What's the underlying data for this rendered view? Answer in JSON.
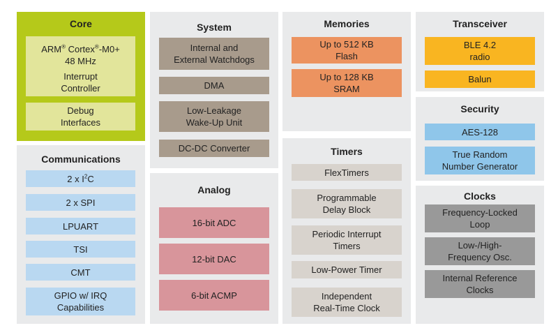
{
  "core": {
    "title": "Core",
    "items": [
      {
        "pre": "ARM",
        "sup1": "®",
        "mid": " Cortex",
        "sup2": "®",
        "post": "-M0+",
        "line2": "48 MHz"
      },
      "Interrupt\nController",
      "Debug\nInterfaces"
    ]
  },
  "communications": {
    "title": "Communications",
    "items": [
      {
        "pre": "2 x I",
        "sup": "2",
        "post": "C"
      },
      "2 x SPI",
      "LPUART",
      "TSI",
      "CMT",
      "GPIO w/ IRQ\nCapabilities"
    ]
  },
  "system": {
    "title": "System",
    "items": [
      "Internal and\nExternal Watchdogs",
      "DMA",
      "Low-Leakage\nWake-Up Unit",
      "DC-DC Converter"
    ]
  },
  "analog": {
    "title": "Analog",
    "items": [
      "16-bit ADC",
      "12-bit DAC",
      "6-bit ACMP"
    ]
  },
  "memories": {
    "title": "Memories",
    "items": [
      "Up to 512 KB\nFlash",
      "Up to 128 KB\nSRAM"
    ]
  },
  "timers": {
    "title": "Timers",
    "items": [
      "FlexTimers",
      "Programmable\nDelay Block",
      "Periodic Interrupt\nTimers",
      "Low-Power Timer",
      "Independent\nReal-Time Clock"
    ]
  },
  "transceiver": {
    "title": "Transceiver",
    "items": [
      "BLE 4.2\nradio",
      "Balun"
    ]
  },
  "security": {
    "title": "Security",
    "items": [
      "AES-128",
      "True Random\nNumber Generator"
    ]
  },
  "clocks": {
    "title": "Clocks",
    "items": [
      "Frequency-Locked\nLoop",
      "Low-/High-\nFrequency Osc.",
      "Internal Reference\nClocks"
    ]
  },
  "colors": {
    "core_panel": "#b5c91a",
    "core_block": "#e2e59b",
    "communications_block": "#b9d8f1",
    "system_block": "#a89b8c",
    "analog_block": "#d8959b",
    "memories_block": "#ec9360",
    "timers_block": "#d8d3cd",
    "transceiver_block": "#f9b521",
    "security_block": "#8fc6ea",
    "clocks_block": "#999999",
    "panel_background": "#e9eaeb"
  }
}
